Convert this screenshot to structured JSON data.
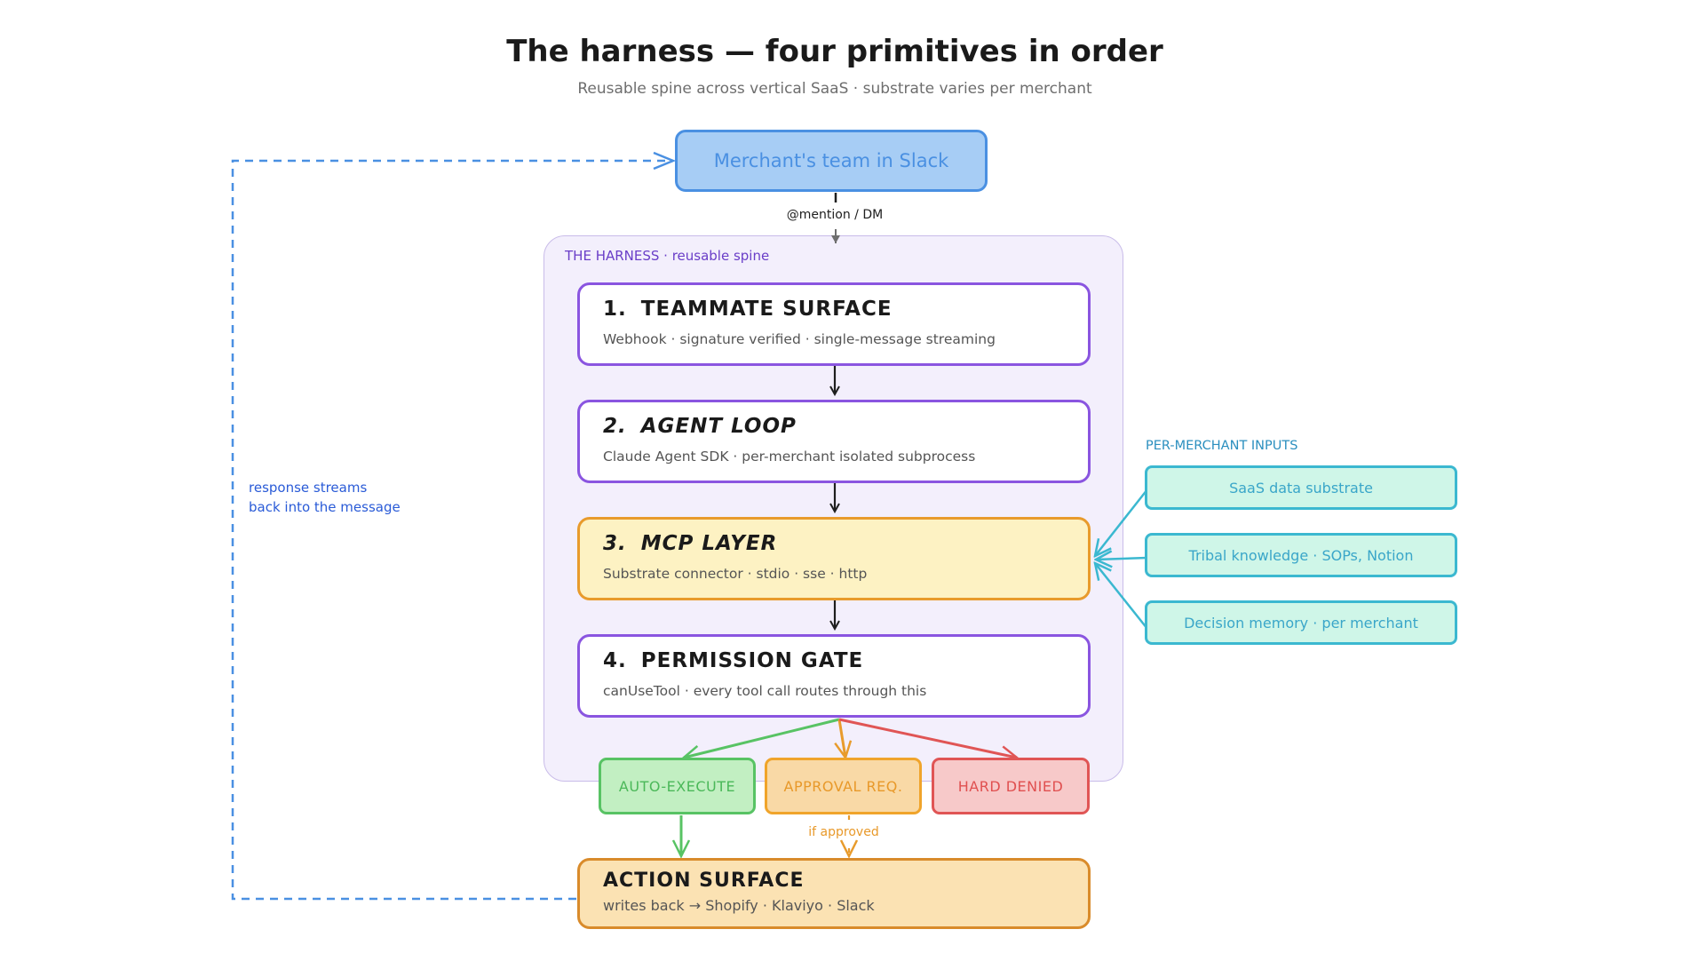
{
  "title": "The harness — four primitives in order",
  "subtitle": "Reusable spine across vertical SaaS  ·  substrate varies per merchant",
  "slack": {
    "label": "Merchant's team in Slack",
    "edge_label": "@mention / DM"
  },
  "harness": {
    "label": "THE HARNESS  ·  reusable spine",
    "steps": [
      {
        "num": "1.",
        "title": "TEAMMATE SURFACE",
        "desc": "Webhook  ·  signature verified  ·  single-message streaming"
      },
      {
        "num": "2.",
        "title": "AGENT LOOP",
        "desc": "Claude Agent SDK  ·  per-merchant isolated subprocess"
      },
      {
        "num": "3.",
        "title": "MCP LAYER",
        "desc": "Substrate connector  ·  stdio  ·  sse  ·  http"
      },
      {
        "num": "4.",
        "title": "PERMISSION GATE",
        "desc": "canUseTool  ·  every tool call routes through this"
      }
    ]
  },
  "per_merchant": {
    "label": "PER-MERCHANT INPUTS",
    "items": [
      "SaaS data substrate",
      "Tribal knowledge  ·  SOPs, Notion",
      "Decision memory  ·  per merchant"
    ]
  },
  "outcomes": {
    "auto": "AUTO-EXECUTE",
    "approval": "APPROVAL REQ.",
    "denied": "HARD DENIED",
    "if_approved": "if approved"
  },
  "action": {
    "title": "ACTION SURFACE",
    "desc": "writes back  →  Shopify  ·  Klaviyo  ·  Slack"
  },
  "response": {
    "line1": "response streams",
    "line2": "back into the message"
  },
  "colors": {
    "slack": "#4a90e2",
    "harness": "#8a55e0",
    "mcp": "#e89b2c",
    "per_merchant": "#3bb8d0",
    "auto": "#58c364",
    "approval": "#f0a42b",
    "denied": "#e05555",
    "action": "#d98b2b",
    "response": "#2a5bd7"
  }
}
